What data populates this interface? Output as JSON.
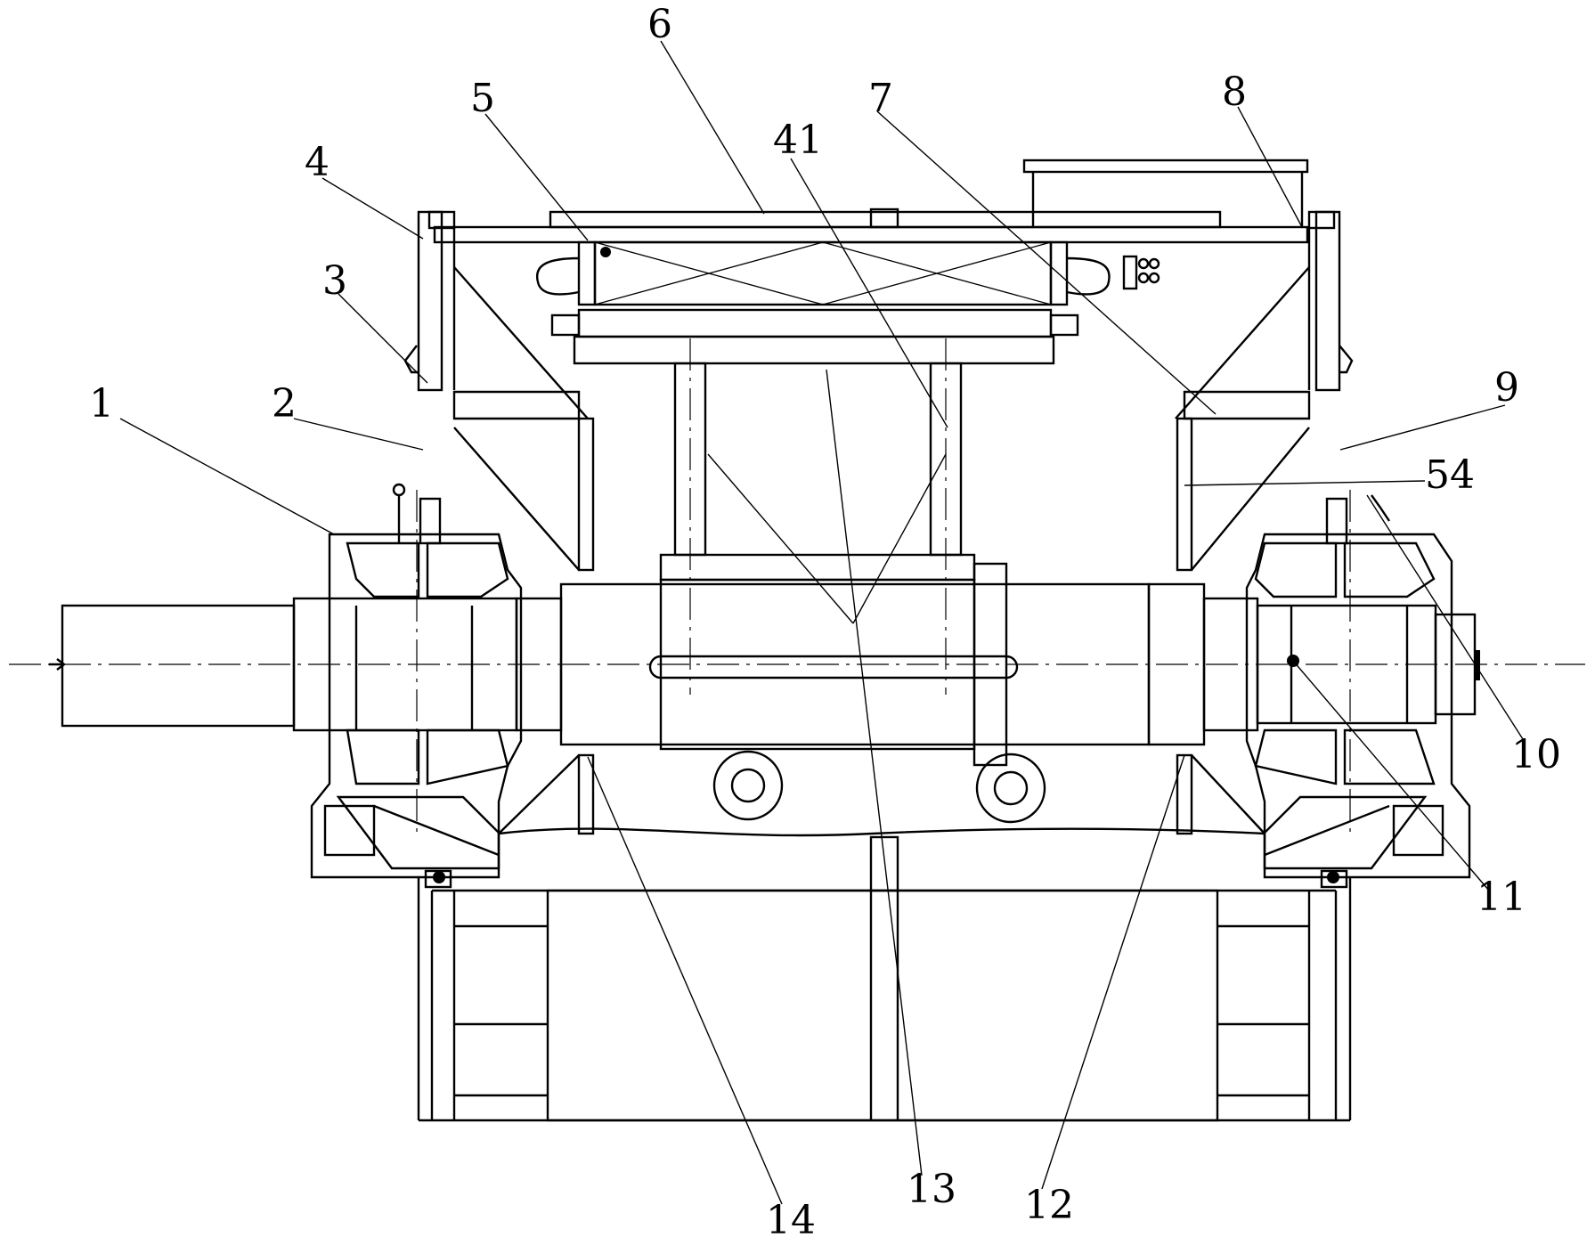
{
  "figure": {
    "labels": [
      "1",
      "2",
      "3",
      "4",
      "5",
      "6",
      "7",
      "41",
      "8",
      "9",
      "54",
      "10",
      "11",
      "12",
      "13",
      "14"
    ]
  },
  "colors": {
    "ink": "#000000",
    "paper": "#ffffff"
  }
}
